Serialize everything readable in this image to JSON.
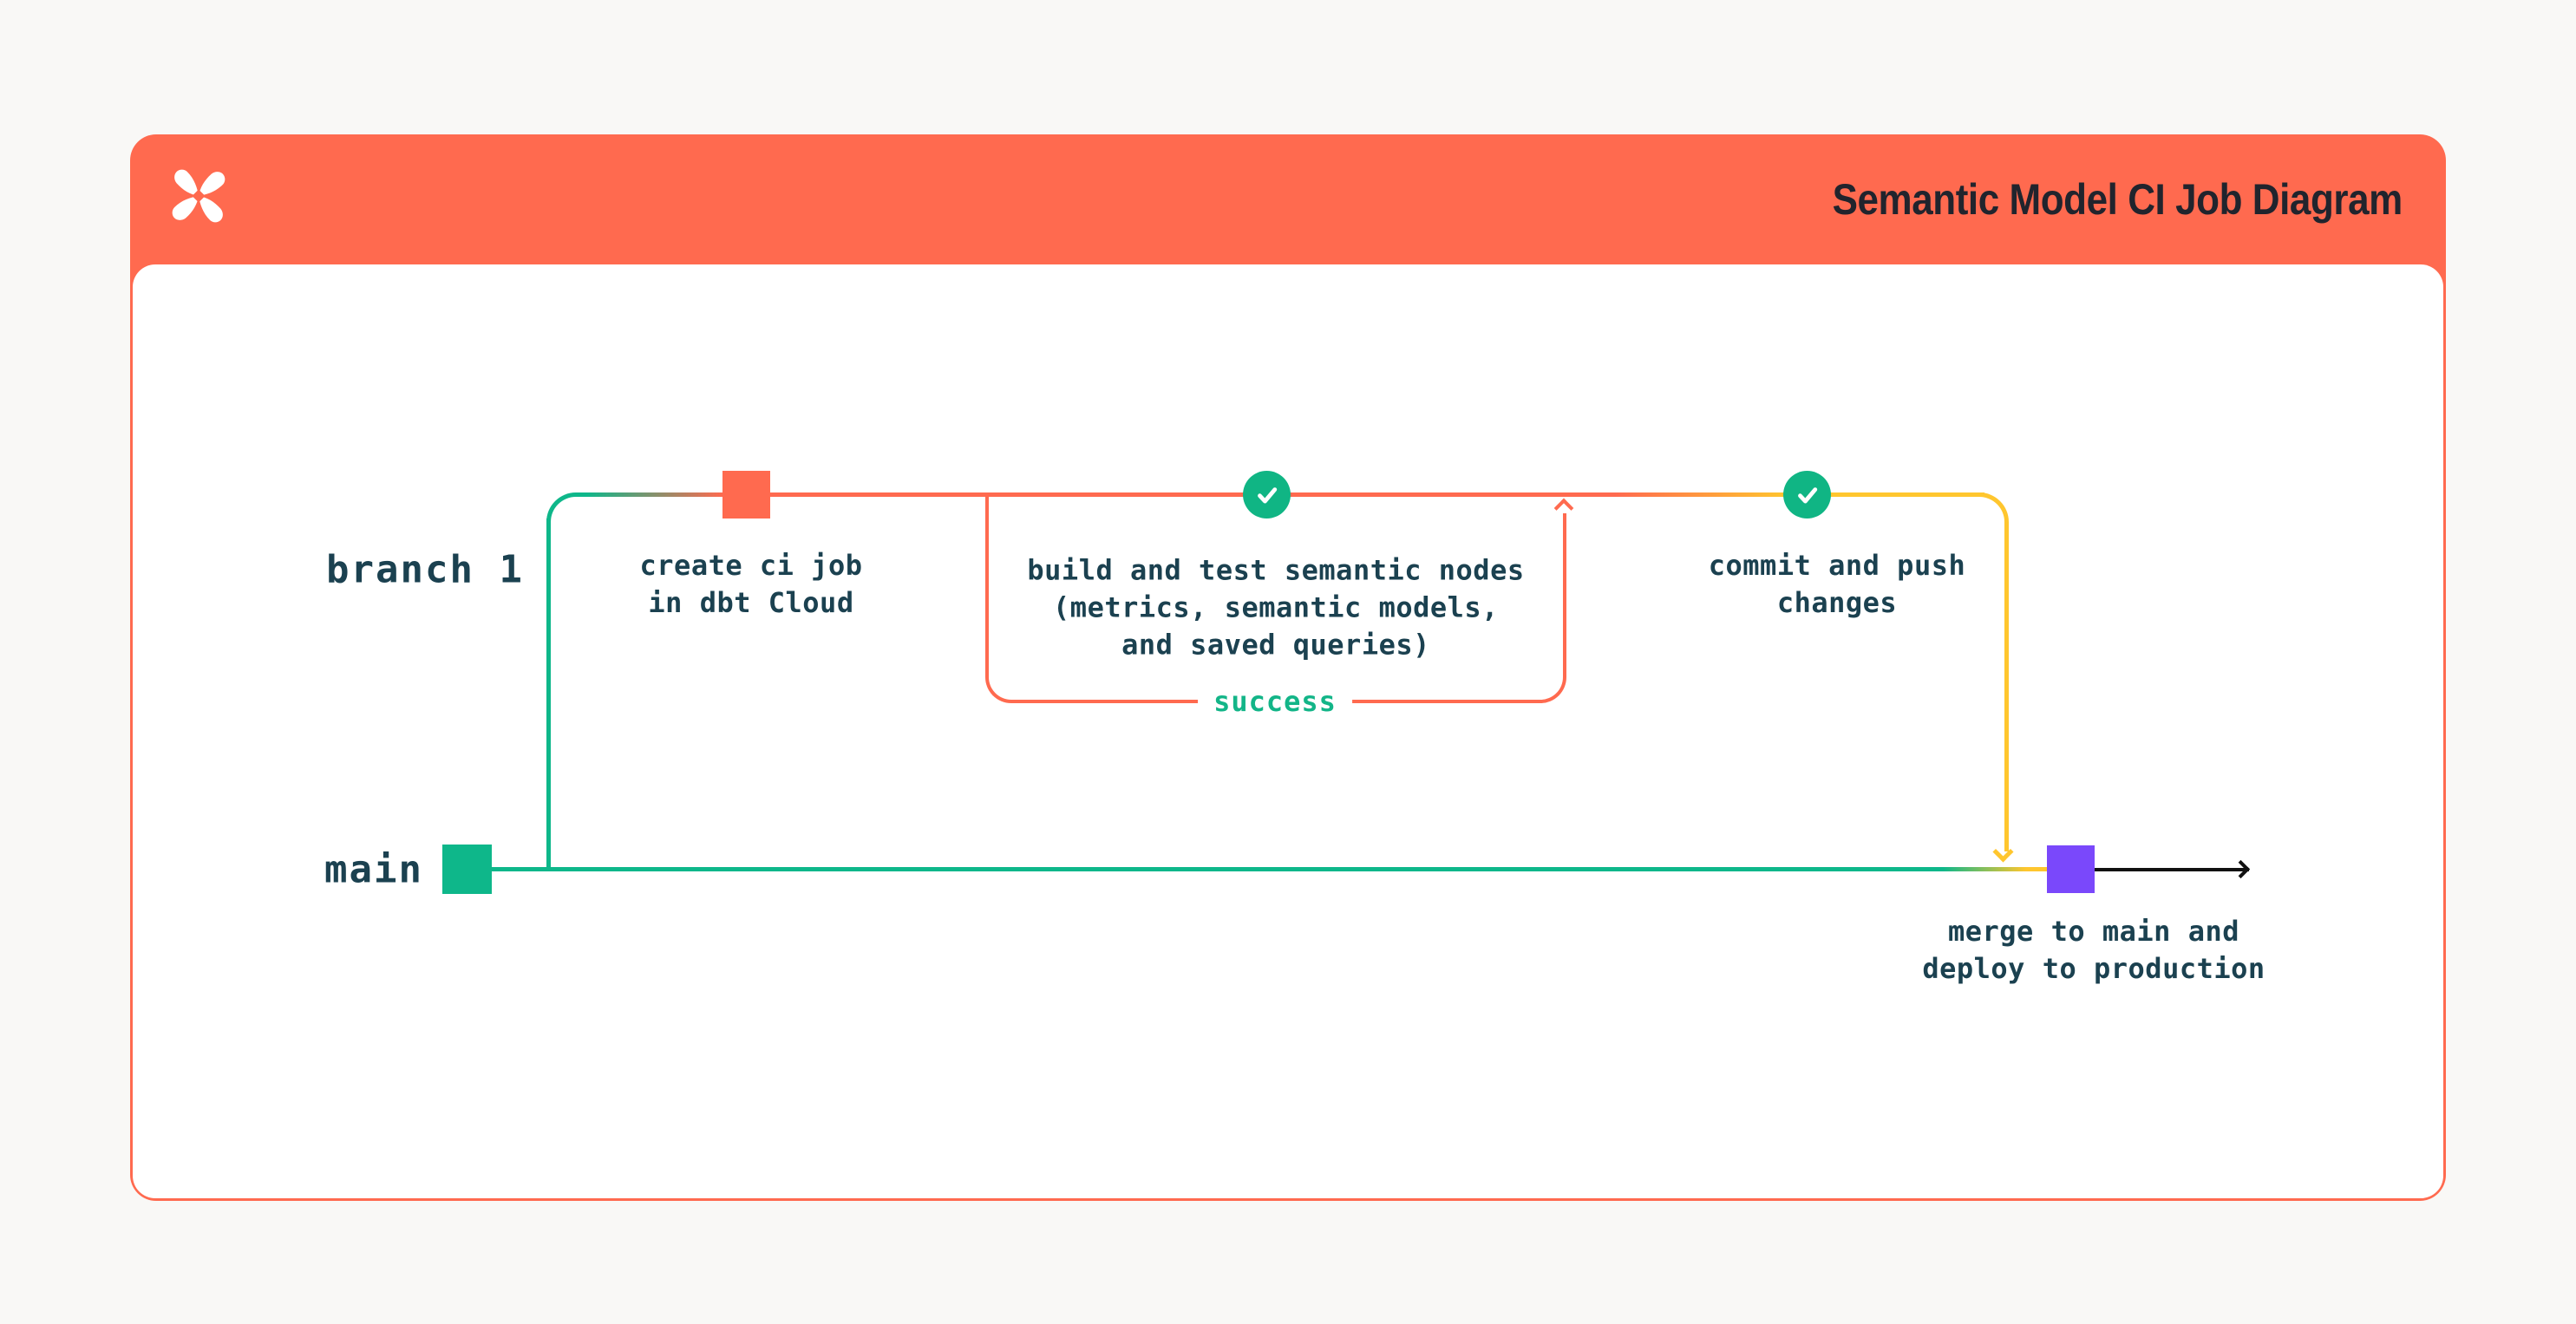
{
  "title": "Semantic Model CI Job Diagram",
  "lanes": {
    "branch": "branch 1",
    "main": "main"
  },
  "steps": {
    "create_ci_job": "create ci job\nin dbt Cloud",
    "build_and_test": "build and test semantic nodes\n(metrics, semantic models,\nand saved queries)",
    "success_label": "success",
    "commit_and_push": "commit and push\nchanges",
    "merge_and_deploy": "merge to main and\ndeploy to production"
  },
  "icons": {
    "logo": "dbt-logo",
    "check": "check-icon"
  },
  "colors": {
    "brand_orange": "#ff6a4f",
    "line_green": "#0eb78a",
    "check_green": "#10b584",
    "line_yellow": "#ffc62e",
    "merge_purple": "#7a48fb",
    "label_ink": "#1b4150",
    "title_ink": "#21242d",
    "page_bg": "#f9f8f6"
  }
}
